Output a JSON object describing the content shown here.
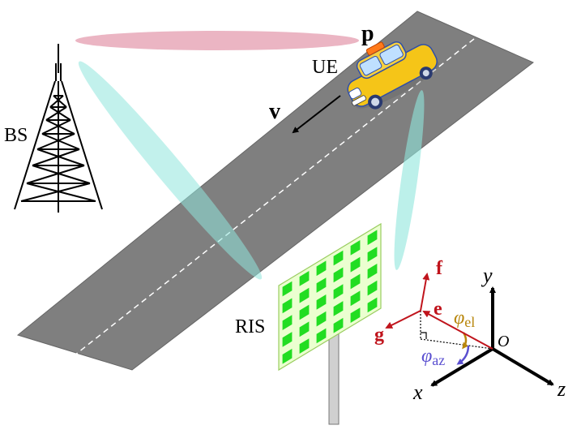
{
  "labels": {
    "bs": "BS",
    "ue": "UE",
    "ris": "RIS",
    "position": "p",
    "velocity": "v"
  },
  "axes": {
    "origin": "O",
    "x": "x",
    "y": "y",
    "z": "z"
  },
  "vectors": {
    "f": "f",
    "e": "e",
    "g": "g"
  },
  "angles": {
    "phi": "φ",
    "elevation_sub": "el",
    "azimuth_sub": "az"
  },
  "colors": {
    "road": "#7f7f7f",
    "beam_cyan": "#8fe6dc",
    "beam_pink": "#e8a8b8",
    "vector_red": "#c0141c",
    "elevation_arc": "#b8860b",
    "azimuth_arc": "#5a4fd0",
    "ris_cell": "#22dd22",
    "car_body": "#f5c518"
  }
}
